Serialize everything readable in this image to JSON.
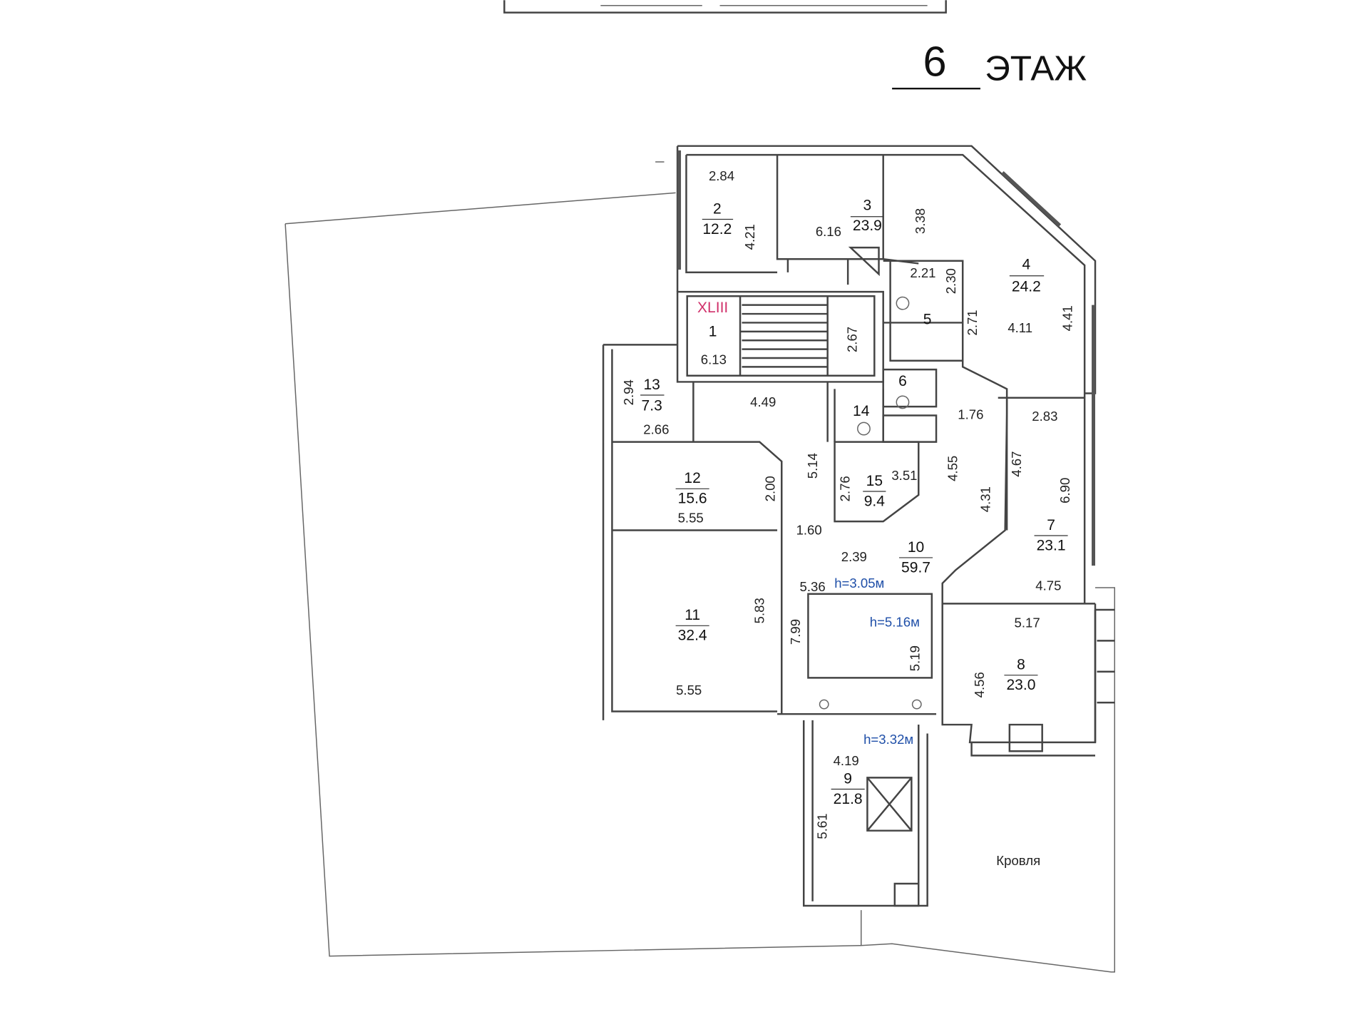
{
  "title": {
    "floor_number": "6",
    "floor_label": "ЭТАЖ"
  },
  "rooms": [
    {
      "num": "2",
      "area": "12.2"
    },
    {
      "num": "3",
      "area": "23.9"
    },
    {
      "num": "4",
      "area": "24.2"
    },
    {
      "num": "5",
      "area": ""
    },
    {
      "num": "1",
      "area": ""
    },
    {
      "num": "6",
      "area": ""
    },
    {
      "num": "14",
      "area": ""
    },
    {
      "num": "13",
      "area": "7.3"
    },
    {
      "num": "12",
      "area": "15.6"
    },
    {
      "num": "15",
      "area": "9.4"
    },
    {
      "num": "10",
      "area": "59.7"
    },
    {
      "num": "7",
      "area": "23.1"
    },
    {
      "num": "11",
      "area": "32.4"
    },
    {
      "num": "8",
      "area": "23.0"
    },
    {
      "num": "9",
      "area": "21.8"
    }
  ],
  "stair_code": "XLIII",
  "roof_label": "Кровля",
  "heights": [
    "h=3.05м",
    "h=5.16м",
    "h=3.32м"
  ],
  "dimensions": [
    "2.84",
    "4.21",
    "6.16",
    "3.38",
    "2.21",
    "2.30",
    "2.71",
    "4.11",
    "4.41",
    "2.67",
    "6.13",
    "2.94",
    "4.49",
    "2.66",
    "1.76",
    "2.83",
    "5.14",
    "2.76",
    "3.51",
    "4.55",
    "4.67",
    "4.31",
    "6.90",
    "2.00",
    "5.55",
    "1.60",
    "2.39",
    "4.75",
    "5.36",
    "5.83",
    "5.17",
    "7.99",
    "5.19",
    "4.56",
    "5.55",
    "4.19",
    "5.61"
  ]
}
